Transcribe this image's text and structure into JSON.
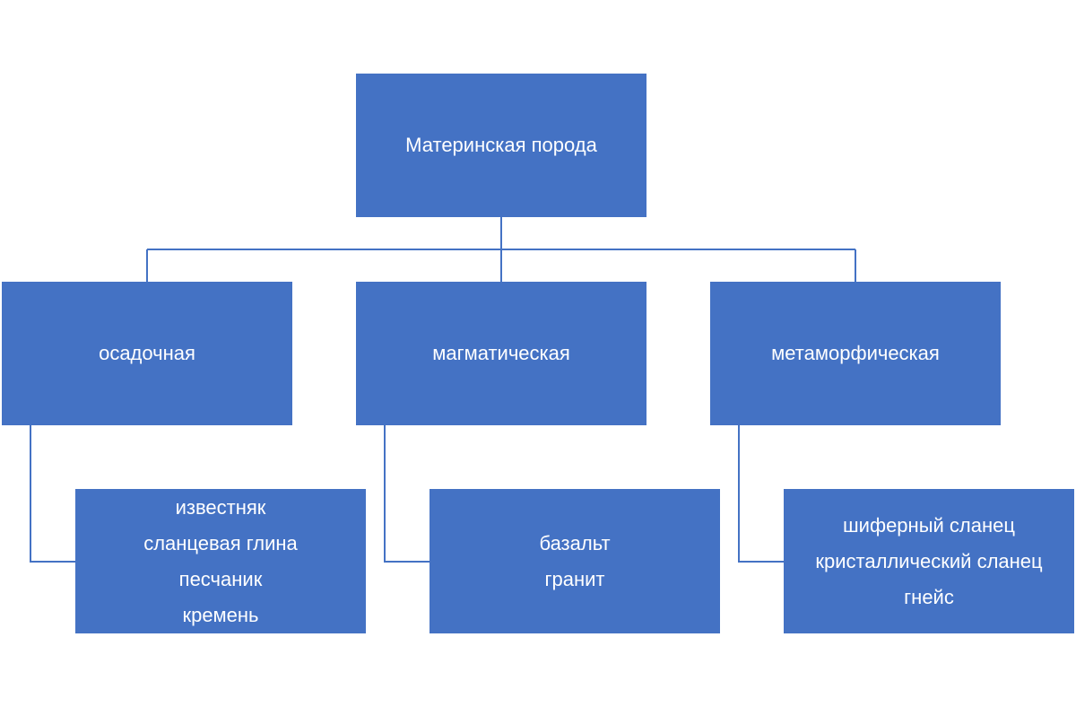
{
  "root": {
    "label": "Материнская порода"
  },
  "categories": [
    {
      "label": "осадочная",
      "examples": [
        "известняк",
        "сланцевая глина",
        "песчаник",
        "кремень"
      ]
    },
    {
      "label": "магматическая",
      "examples": [
        "базальт",
        "гранит"
      ]
    },
    {
      "label": "метаморфическая",
      "examples": [
        "шиферный сланец",
        "кристаллический сланец",
        "гнейс"
      ]
    }
  ],
  "colors": {
    "node_fill": "#4472c4",
    "node_text": "#ffffff",
    "connector": "#4472c4",
    "background": "#ffffff"
  }
}
